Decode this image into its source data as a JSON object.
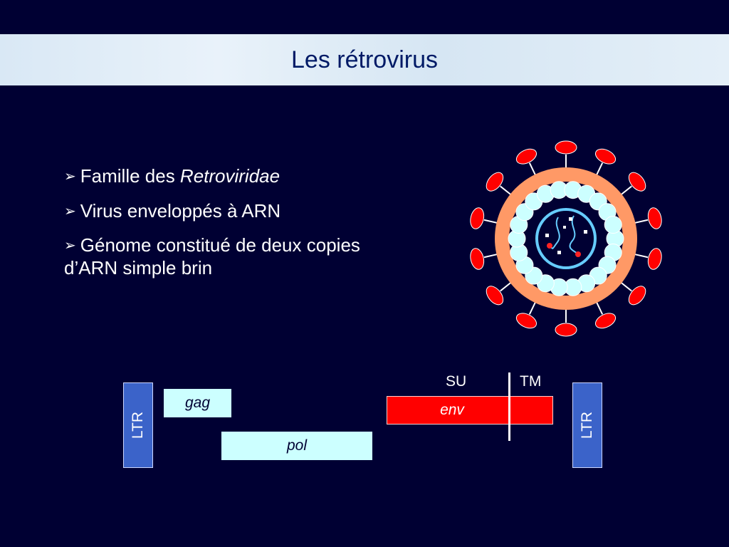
{
  "slide": {
    "title": "Les rétrovirus",
    "bullets": [
      {
        "text": "Famille des ",
        "italic": "Retroviridae"
      },
      {
        "text": "Virus enveloppés à ARN"
      },
      {
        "text": "Génome constitué de deux copies d’ARN simple brin"
      }
    ]
  },
  "genome": {
    "ltr_left": "LTR",
    "gag": "gag",
    "pol": "pol",
    "env": "env",
    "su": "SU",
    "tm": "TM",
    "ltr_right": "LTR"
  },
  "colors": {
    "background": "#000033",
    "title_text": "#001a66",
    "envelope": "#ff9966",
    "capsid": "#ccffff",
    "spike": "#ff0000",
    "ltr": "#3b63c9",
    "env_box": "#ff0000"
  }
}
